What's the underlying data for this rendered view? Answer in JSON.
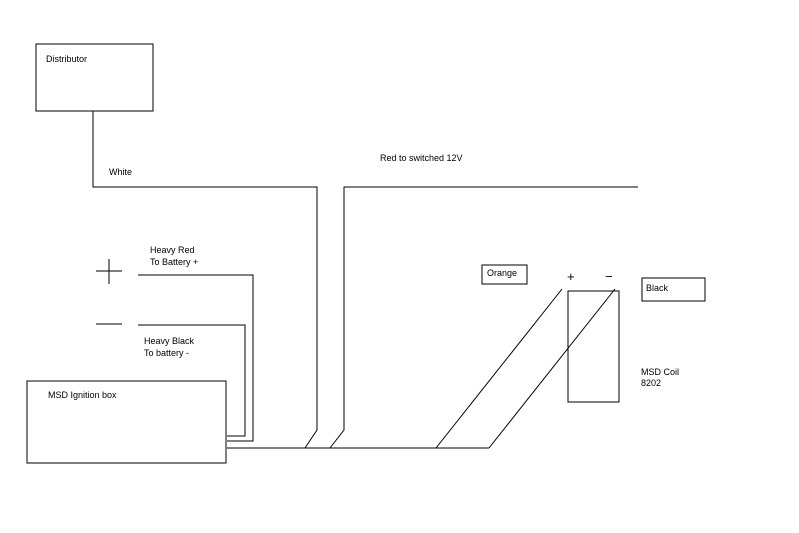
{
  "diagram": {
    "distributor": "Distributor",
    "white_label": "White",
    "red_label": "Red to switched 12V",
    "heavy_red_line1": "Heavy Red",
    "heavy_red_line2": "To Battery +",
    "heavy_black_line1": "Heavy Black",
    "heavy_black_line2": "To battery -",
    "msd_box": "MSD Ignition box",
    "orange_label": "Orange",
    "black_label": "Black",
    "coil_plus": "+",
    "coil_minus": "−",
    "coil_line1": "MSD Coil",
    "coil_line2": "8202"
  }
}
